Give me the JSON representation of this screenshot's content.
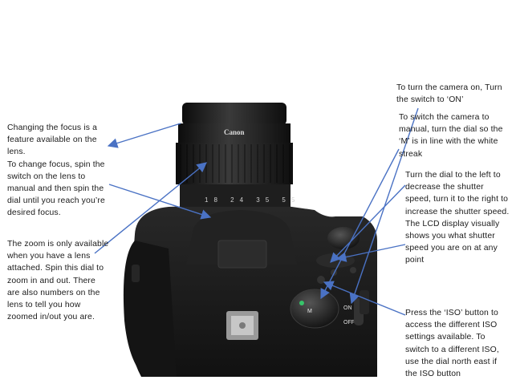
{
  "annotations": {
    "focus": "Changing the focus is a feature available on the lens.\nTo change focus, spin the switch on the lens to manual and then spin the dial until you reach you’re desired focus.",
    "zoom": "The zoom is only available when you have a lens attached. Spin this dial to zoom in and out. There are also numbers on the lens to tell you how zoomed in/out you are.",
    "power": "To turn the camera on, Turn the switch to ‘ON’",
    "mode": "To switch the camera to manual, turn the dial so the ‘M’ is in line with the white streak",
    "shutter": "Turn the dial to the left to decrease the shutter speed, turn it to the right to increase the shutter speed.\nThe LCD display visually shows you what shutter speed you are on at any point",
    "iso": "Press the ‘ISO’ button to access the different ISO settings available. To switch to a different ISO, use the dial north east if the ISO button"
  },
  "camera": {
    "brand": "Canon",
    "lens_markings": "18 24 35 55",
    "switch_on": "ON",
    "switch_off": "OFF"
  },
  "colors": {
    "arrow": "#4a72c4",
    "body": "#1c1c1c",
    "text": "#1a1a1a"
  }
}
